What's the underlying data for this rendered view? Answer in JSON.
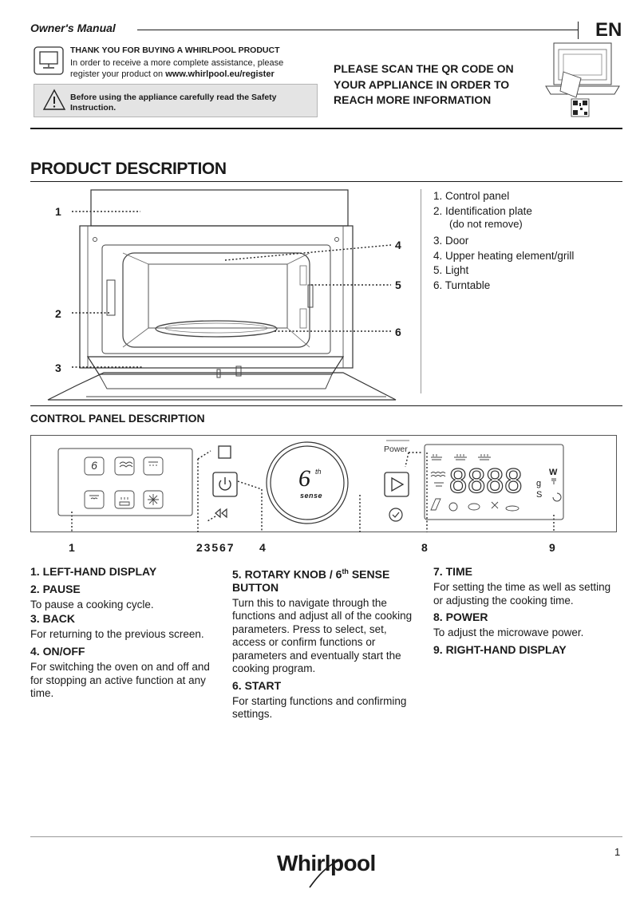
{
  "header": {
    "title": "Owner's Manual",
    "language": "EN"
  },
  "intro": {
    "thanks_title": "THANK YOU FOR BUYING A WHIRLPOOL PRODUCT",
    "thanks_line1": "In order to receive a more complete assistance, please",
    "thanks_line2_prefix": "register your product on ",
    "thanks_url": "www.whirlpool.eu/register",
    "safety_line1": "Before using the appliance carefully read the Safety",
    "safety_line2": "Instruction.",
    "qr_line1": "PLEASE SCAN THE QR CODE ON",
    "qr_line2": "YOUR APPLIANCE IN ORDER TO",
    "qr_line3": "REACH MORE INFORMATION"
  },
  "product": {
    "heading": "PRODUCT DESCRIPTION",
    "callouts": [
      "1",
      "2",
      "3",
      "4",
      "5",
      "6"
    ],
    "parts": [
      "1. Control panel",
      "2. Identification plate",
      "(do not remove)",
      "3. Door",
      "4. Upper heating element/grill",
      "5. Light",
      "6. Turntable"
    ]
  },
  "control": {
    "heading": "CONTROL PANEL DESCRIPTION",
    "power_label": "Power",
    "knob_label": "sense",
    "knob_sup": "th",
    "knob_num": "6",
    "display_digits": "8888",
    "unit_w": "W",
    "unit_g": "g",
    "unit_s": "S",
    "callout_1": "1",
    "callout_group": "2 3 5 6 7",
    "callout_4": "4",
    "callout_8": "8",
    "callout_9": "9"
  },
  "descriptions": {
    "d1_title": "1. LEFT-HAND DISPLAY",
    "d2_title": "2. PAUSE",
    "d2_text": "To pause a cooking cycle.",
    "d3_title": "3. BACK",
    "d3_text": "For returning to the previous screen.",
    "d4_title": "4. ON/OFF",
    "d4_text": "For switching the oven on and off and for stopping an active function at any time.",
    "d5_title_a": "5. ROTARY KNOB / 6",
    "d5_title_sup": "th",
    "d5_title_b": " SENSE BUTTON",
    "d5_text": "Turn this to navigate through the functions and adjust all of the cooking parameters. Press to select, set, access or confirm functions or parameters and eventually start the cooking program.",
    "d6_title": "6. START",
    "d6_text": "For starting functions and confirming settings.",
    "d7_title": "7. TIME",
    "d7_text": "For setting the time as well as setting or adjusting the cooking time.",
    "d8_title": "8. POWER",
    "d8_text": "To adjust the microwave power.",
    "d9_title": "9. RIGHT-HAND DISPLAY"
  },
  "footer": {
    "brand": "Whirlpool",
    "page": "1"
  }
}
